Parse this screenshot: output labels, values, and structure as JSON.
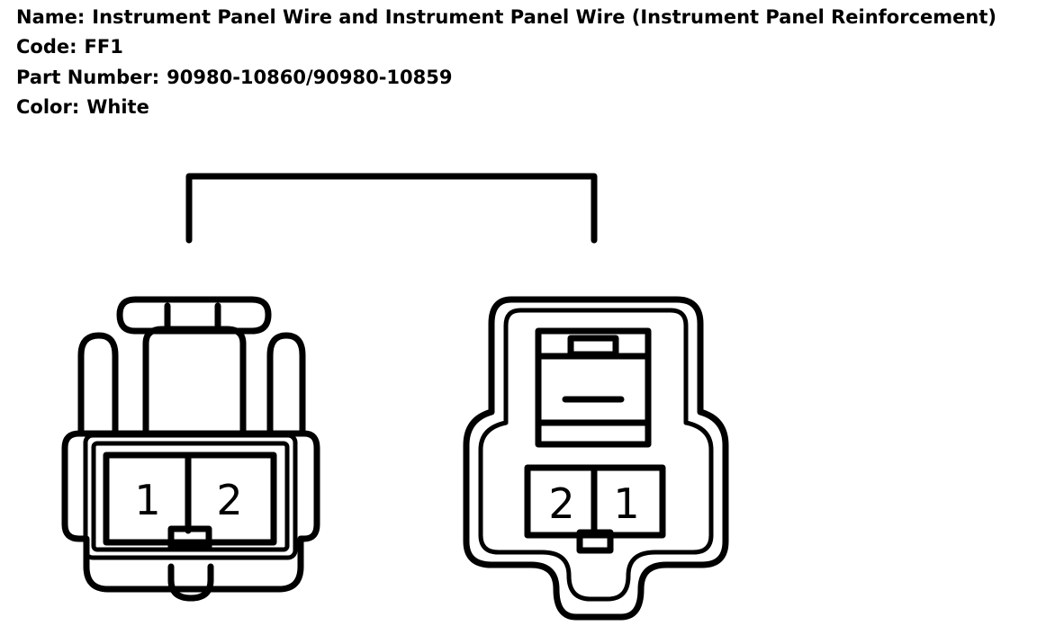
{
  "info": {
    "name_label": "Name:",
    "name_value": "Instrument Panel Wire and Instrument Panel Wire (Instrument Panel Reinforcement)",
    "code_label": "Code:",
    "code_value": "FF1",
    "part_label": "Part Number:",
    "part_value": "90980-10860/90980-10859",
    "color_label": "Color:",
    "color_value": "White"
  },
  "connectors": {
    "left": {
      "pins": [
        "1",
        "2"
      ]
    },
    "right": {
      "pins": [
        "2",
        "1"
      ]
    }
  }
}
